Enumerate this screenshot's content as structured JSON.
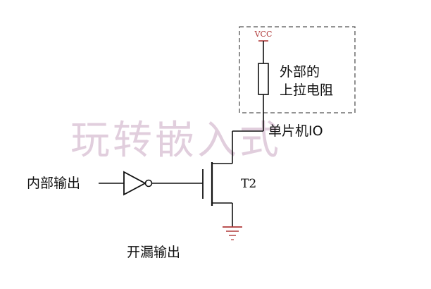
{
  "labels": {
    "vcc": "VCC",
    "pullup_line1": "外部的",
    "pullup_line2": "上拉电阻",
    "mcu_io": "单片机IO",
    "internal_output": "内部输出",
    "transistor": "T2",
    "caption": "开漏输出"
  },
  "watermark": "玩转嵌入式",
  "colors": {
    "wire": "#111111",
    "vcc": "#b03a3a",
    "dashed_box": "#555555",
    "watermark": "#c9a7c2"
  },
  "icons": [
    "inverter-gate-icon",
    "resistor-icon",
    "nmos-transistor-icon",
    "ground-icon",
    "vcc-supply-icon"
  ]
}
